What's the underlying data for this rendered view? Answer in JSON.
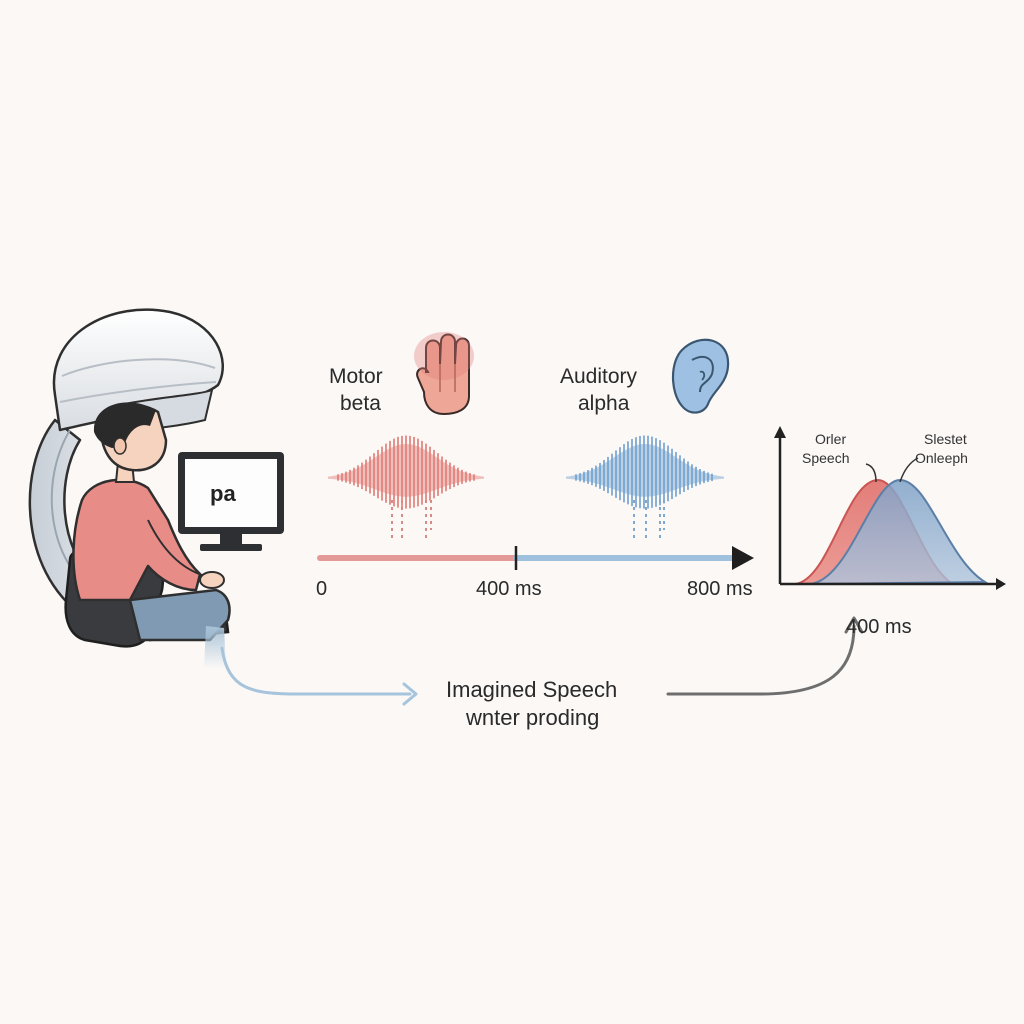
{
  "monitor": {
    "text": "pa"
  },
  "motor": {
    "line1": "Motor",
    "line2": "beta",
    "color": "#e07a74"
  },
  "auditory": {
    "line1": "Auditory",
    "line2": "alpha",
    "color": "#6f9fcf"
  },
  "timeline": {
    "start": "0",
    "mid": "400 ms",
    "end": "800 ms"
  },
  "peaks": {
    "left_line1": "Orler",
    "left_line2": "Speech",
    "right_line1": "Slestet",
    "right_line2": "Onleeph",
    "marker": "400 ms"
  },
  "caption": {
    "line1": "Imagined Speech",
    "line2": "wnter proding"
  },
  "icons": {
    "hand": "hand-icon",
    "ear": "ear-icon",
    "monitor": "monitor-icon",
    "person": "person-icon",
    "scanner": "meg-scanner-icon",
    "chair": "chair-icon"
  }
}
